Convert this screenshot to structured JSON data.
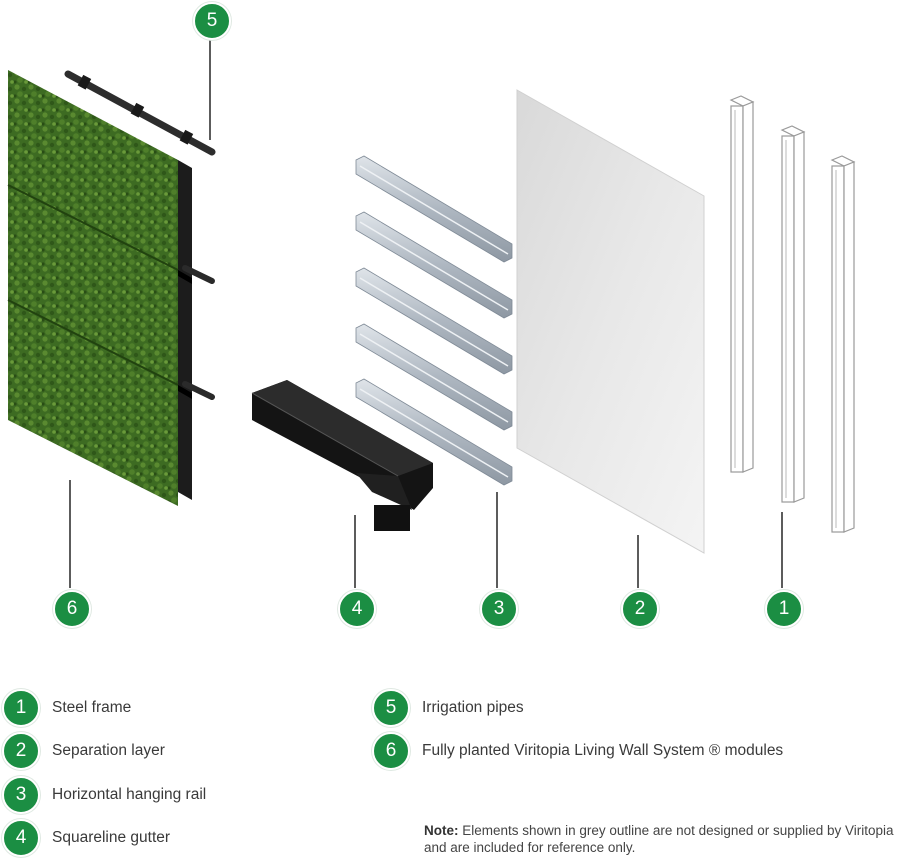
{
  "diagram": {
    "components": [
      {
        "number": "1",
        "label": "Steel frame"
      },
      {
        "number": "2",
        "label": "Separation layer"
      },
      {
        "number": "3",
        "label": "Horizontal hanging rail"
      },
      {
        "number": "4",
        "label": "Squareline gutter"
      },
      {
        "number": "5",
        "label": "Irrigation pipes"
      },
      {
        "number": "6",
        "label": "Fully planted Viritopia Living Wall System ® modules"
      }
    ]
  },
  "note": {
    "prefix": "Note:",
    "text": "Elements shown in grey outline are not designed or supplied by Viritopia and are included for reference only."
  },
  "colors": {
    "badge": "#1b8e43",
    "foliage": "#3f6e24",
    "rail": "#b9c2cb",
    "separation_layer": "#e4e4e4",
    "gutter": "#1a1a1a"
  }
}
